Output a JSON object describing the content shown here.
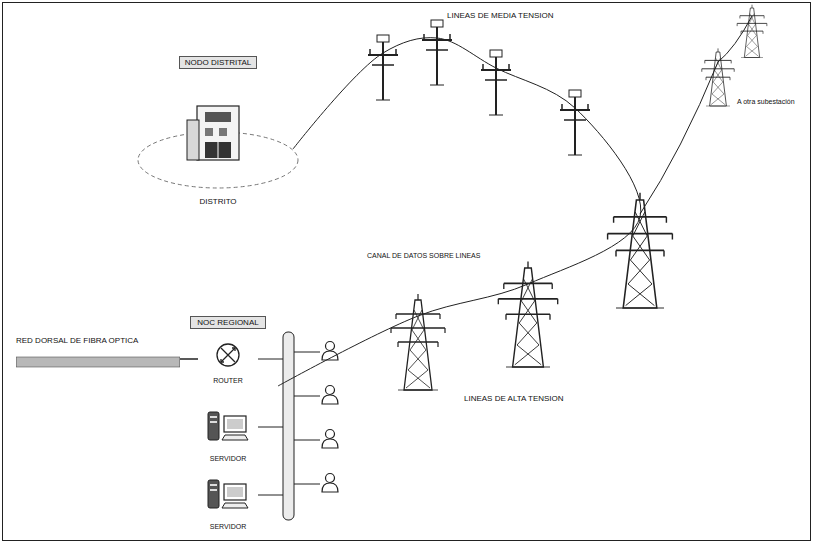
{
  "diagram": {
    "nodes": [
      {
        "text": [
          "NODO DISTRITAL",
          "DISTRITO"
        ]
      },
      {
        "text": [
          "NOC REGIONAL"
        ]
      },
      {
        "text": [
          "ROUTER"
        ],
        "in": 1
      },
      {
        "text": [
          "SERVIDOR"
        ],
        "in": 1
      },
      {
        "text": [
          "SERVIDOR"
        ],
        "in": 1
      },
      {
        "text": [
          "RED DORSAL DE FIBRA OPTICA"
        ]
      }
    ],
    "edges": [
      {
        "from": 0,
        "to": 1,
        "arrow": "none"
      },
      {
        "from": 5,
        "to": 2,
        "arrow": "none"
      }
    ],
    "labels": [
      "LINEAS DE MEDIA TENSION",
      "CANAL DE DATOS SOBRE LINEAS",
      "LINEAS DE ALTA TENSION",
      "A otra subestación"
    ]
  }
}
